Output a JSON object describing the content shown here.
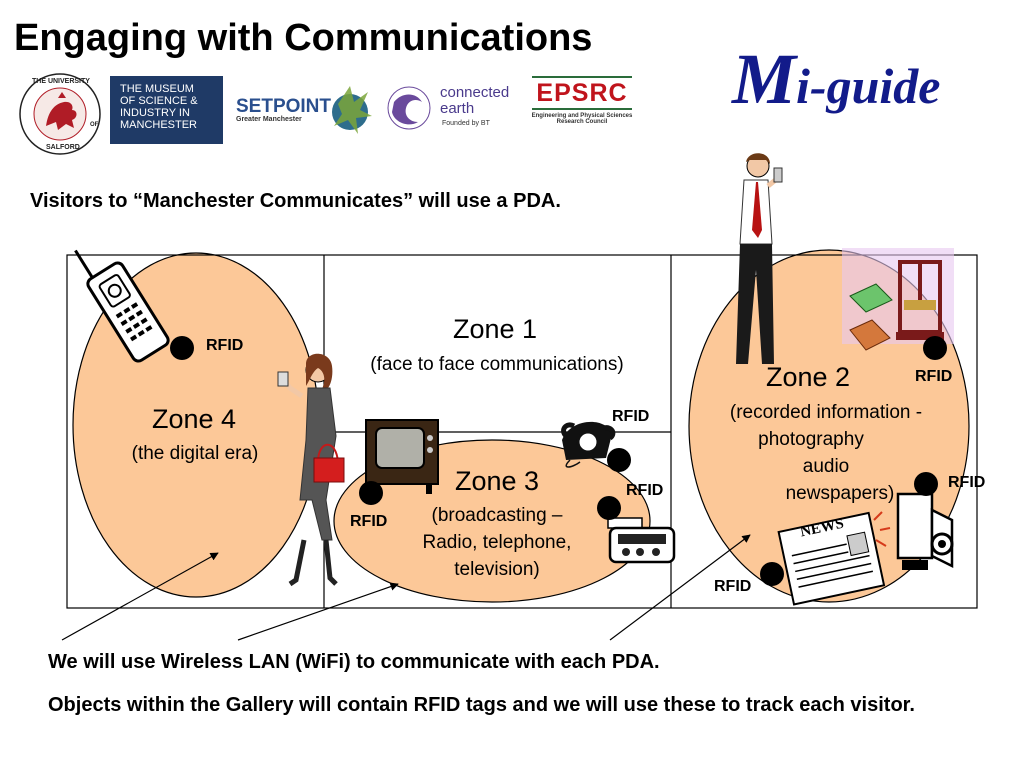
{
  "header": {
    "title": "Engaging with Communications",
    "brand_m": "M",
    "brand_rest": "i-guide"
  },
  "logos": {
    "salford": {
      "top_text": "THE UNIVERSITY",
      "bottom_text": "SALFORD",
      "side_of": "OF"
    },
    "museum": {
      "lines": [
        "THE MUSEUM",
        "OF SCIENCE &",
        "INDUSTRY IN",
        "MANCHESTER"
      ]
    },
    "setpoint": {
      "name": "SETPOINT",
      "sub": "Greater Manchester"
    },
    "connected_earth": {
      "line1": "connected",
      "line2": "earth",
      "sub": "Founded by BT"
    },
    "epsrc": {
      "name": "EPSRC",
      "sub1": "Engineering and Physical Sciences",
      "sub2": "Research Council"
    }
  },
  "intro": "Visitors to “Manchester Communicates” will use a PDA.",
  "zones": {
    "zone1": {
      "title": "Zone 1",
      "sub": "(face to face communications)"
    },
    "zone2": {
      "title": "Zone 2",
      "lines": [
        "(recorded information -",
        "photography",
        "audio",
        "newspapers)"
      ]
    },
    "zone3": {
      "title": "Zone 3",
      "lines": [
        "(broadcasting –",
        "Radio, telephone,",
        "television)"
      ]
    },
    "zone4": {
      "title": "Zone 4",
      "sub": "(the digital era)"
    }
  },
  "rfid_label": "RFID",
  "newspaper_label": "NEWS",
  "footer": {
    "wifi": "We will use Wireless LAN (WiFi) to communicate with each PDA.",
    "rfid": "Objects within the Gallery will contain RFID tags and we will use these to track each visitor."
  },
  "colors": {
    "zone_fill": "#fcc898",
    "brand": "#121b8a",
    "museum_bg": "#1f3a66",
    "epsrc_red": "#c0141c",
    "salford_red": "#b01c26"
  }
}
